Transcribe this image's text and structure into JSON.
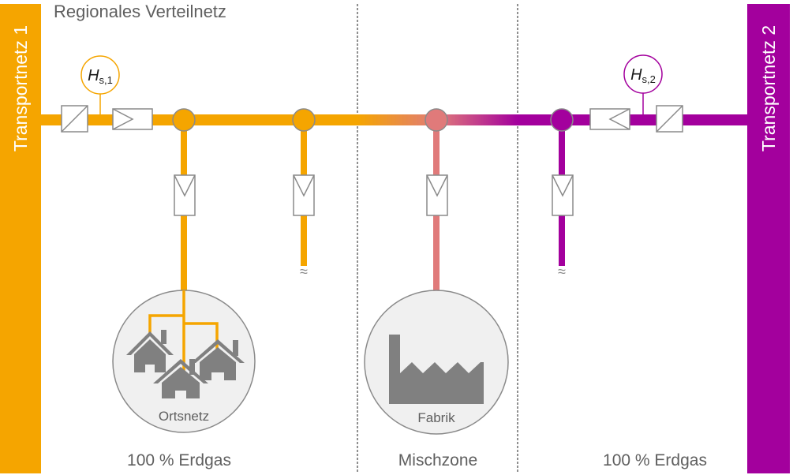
{
  "title": "Regionales Verteilnetz",
  "transport": {
    "left": {
      "label": "Transportnetz 1",
      "color": "#f5a500"
    },
    "right": {
      "label": "Transportnetz 2",
      "color": "#a3009d"
    }
  },
  "sensors": {
    "left": {
      "symbol": "H",
      "subscript": "s,1"
    },
    "right": {
      "symbol": "H",
      "subscript": "s,2"
    }
  },
  "consumers": {
    "ortsnetz": "Ortsnetz",
    "fabrik": "Fabrik"
  },
  "zones": {
    "left": "100 % Erdgas",
    "middle": "Mischzone",
    "right": "100 % Erdgas"
  },
  "break_symbol": "≈",
  "colors": {
    "natural_gas_1": "#f5a500",
    "natural_gas_2": "#a3009d",
    "mixed": "#e07a7a",
    "component_stroke": "#8a8a8a",
    "consumer_fill": "#f0f0f0",
    "icon_fill": "#808080"
  }
}
